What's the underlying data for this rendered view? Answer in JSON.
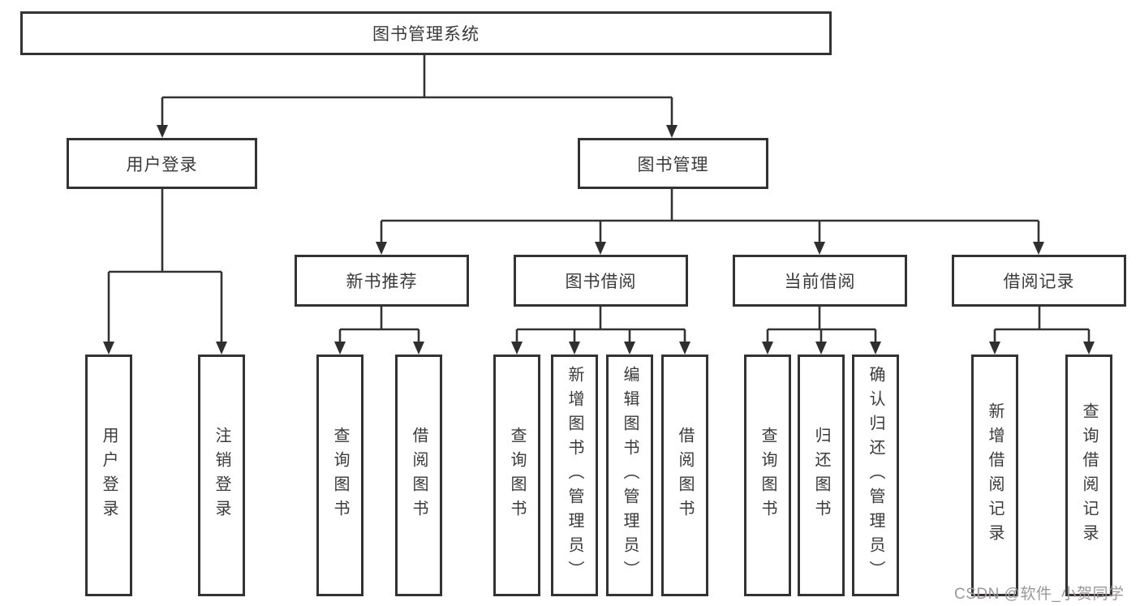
{
  "diagram": {
    "root": {
      "label": "图书管理系统"
    },
    "branches": [
      {
        "label": "用户登录",
        "children": [
          {
            "label": "用户登录"
          },
          {
            "label": "注销登录"
          }
        ]
      },
      {
        "label": "图书管理",
        "children": [
          {
            "label": "新书推荐",
            "children": [
              {
                "label": "查询图书"
              },
              {
                "label": "借阅图书"
              }
            ]
          },
          {
            "label": "图书借阅",
            "children": [
              {
                "label": "查询图书"
              },
              {
                "label": "新增图书（管理员）"
              },
              {
                "label": "编辑图书（管理员）"
              },
              {
                "label": "借阅图书"
              }
            ]
          },
          {
            "label": "当前借阅",
            "children": [
              {
                "label": "查询图书"
              },
              {
                "label": "归还图书"
              },
              {
                "label": "确认归还（管理员）"
              }
            ]
          },
          {
            "label": "借阅记录",
            "children": [
              {
                "label": "新增借阅记录"
              },
              {
                "label": "查询借阅记录"
              }
            ]
          }
        ]
      }
    ]
  },
  "watermark": {
    "text": "CSDN @软件_小贺同学"
  },
  "colors": {
    "line": "#333333",
    "box_border": "#333333",
    "text": "#3a3a3a",
    "background": "#ffffff",
    "watermark": "#9b979a"
  }
}
